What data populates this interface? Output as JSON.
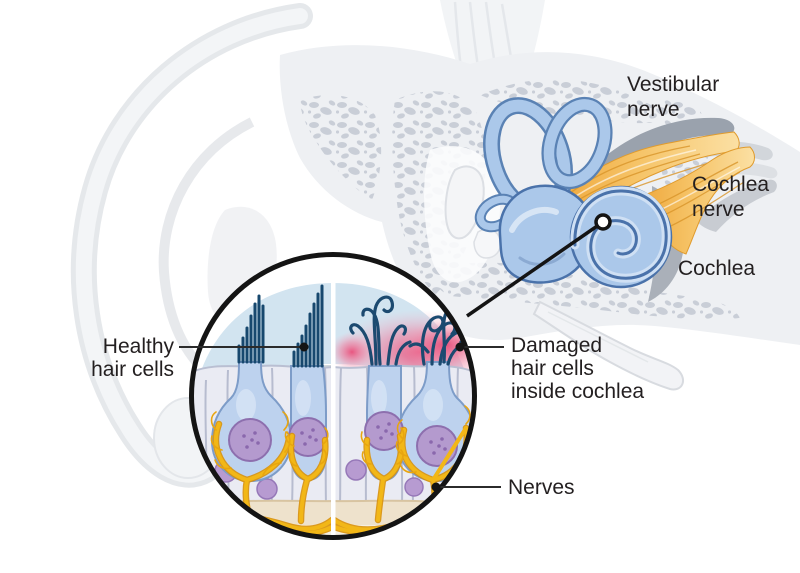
{
  "diagram": {
    "description": "Cross-section of the human ear with cochlea and magnified inset of healthy vs damaged hair cells",
    "labels": {
      "vestibular_nerve": {
        "line1": "Vestibular",
        "line2": "nerve"
      },
      "cochlea_nerve": {
        "line1": "Cochlea",
        "line2": "nerve"
      },
      "cochlea": {
        "text": "Cochlea"
      },
      "healthy_hair_cells": {
        "line1": "Healthy",
        "line2": "hair cells"
      },
      "damaged_hair_cells": {
        "line1": "Damaged",
        "line2": "hair cells",
        "line3": "inside cochlea"
      },
      "nerves": {
        "text": "Nerves"
      }
    },
    "legend_colors": {
      "inner_ear_blue": "#abc7e9",
      "inner_ear_outline": "#4a72aa",
      "nerve_bundle_yellow": "#f6c468",
      "nerve_fiber_gold": "#f2b717",
      "nerve_fiber_outline": "#d9920b",
      "damage_pink": "#e94f7b",
      "stereocilia_navy": "#17486e",
      "hair_cell_blue": "#bdd2ee",
      "nucleus_purple": "#b49ace",
      "supporting_cell": "#eaebf3",
      "bone_gray": "#eef0f3",
      "bone_texture": "#c9ced7",
      "inset_dome_blue": "#d2e4f0",
      "base_membrane_tan": "#eee2cc",
      "label_text": "#231f20"
    }
  }
}
